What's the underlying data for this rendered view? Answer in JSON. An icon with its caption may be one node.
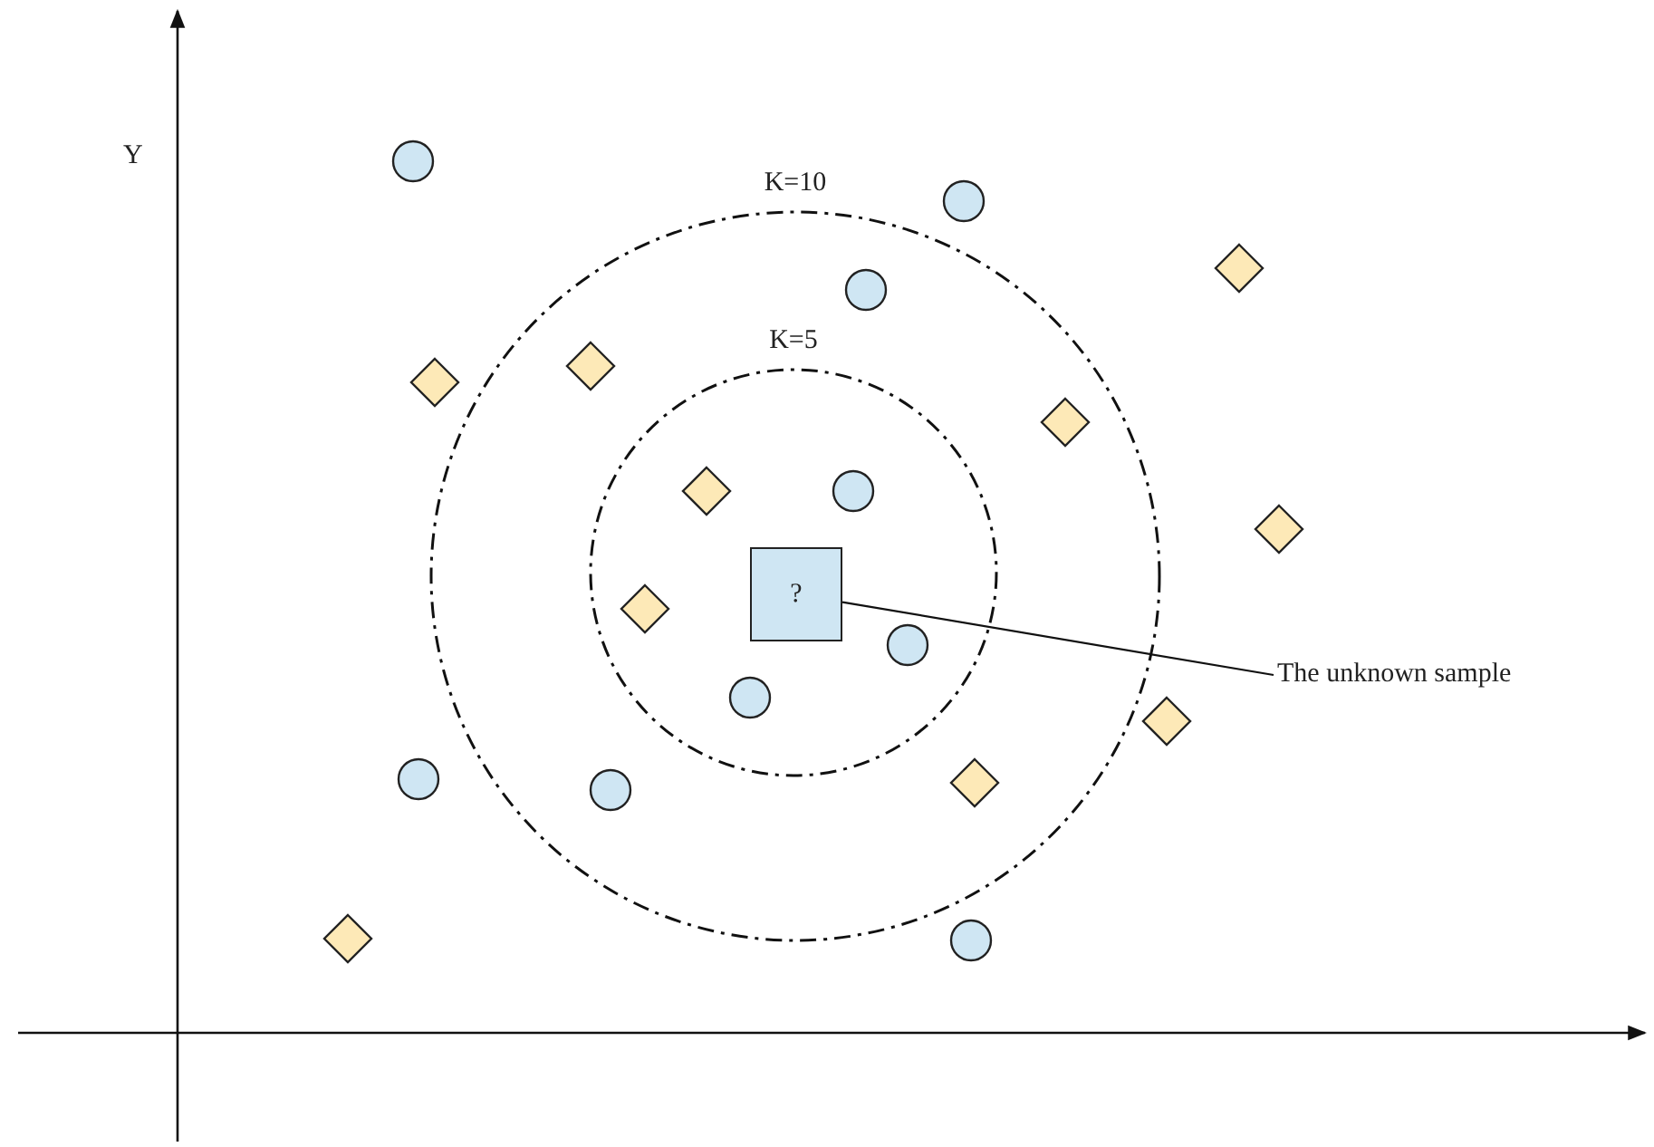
{
  "diagram": {
    "nodes": [
      {
        "text": [
          "K=10"
        ]
      },
      {
        "text": [
          "K=5"
        ],
        "in": 0
      },
      {
        "text": [
          "?"
        ],
        "in": 1
      },
      {
        "text": [
          "The unknown sample"
        ]
      }
    ],
    "edges": [
      {
        "from": 3,
        "to": 2,
        "arrow": "none"
      }
    ],
    "labels": [
      "Y"
    ]
  }
}
